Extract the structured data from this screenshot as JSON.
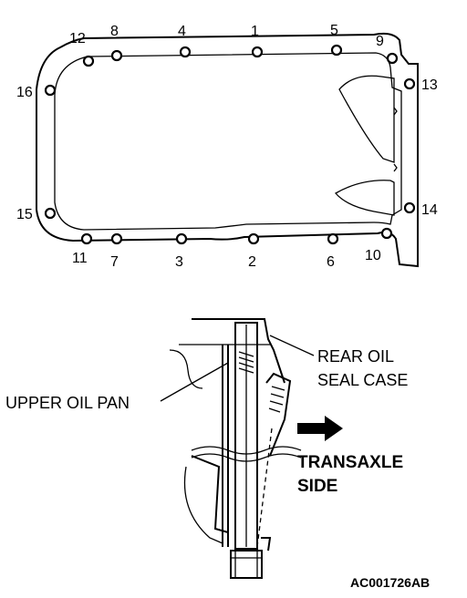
{
  "bolt_sequence": [
    "1",
    "2",
    "3",
    "4",
    "5",
    "6",
    "7",
    "8",
    "9",
    "10",
    "11",
    "12",
    "13",
    "14",
    "15",
    "16"
  ],
  "callouts": {
    "rear_oil_seal_case_line1": "REAR OIL",
    "rear_oil_seal_case_line2": "SEAL CASE",
    "upper_oil_pan": "UPPER OIL PAN",
    "transaxle_side_line1": "TRANSAXLE",
    "transaxle_side_line2": "SIDE"
  },
  "reference_code": "AC001726AB"
}
